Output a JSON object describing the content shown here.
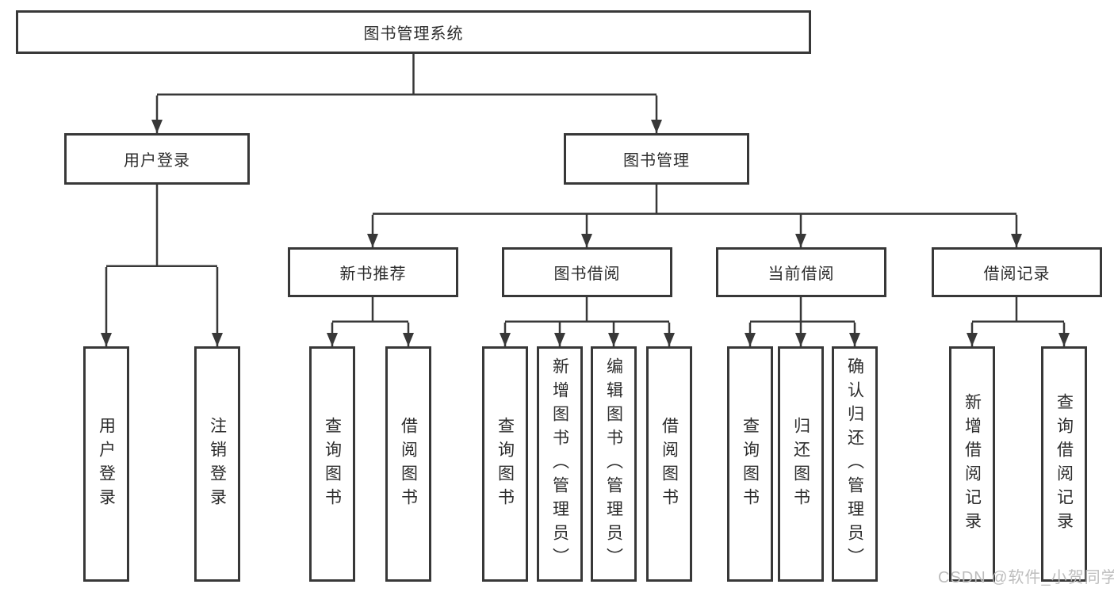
{
  "diagram": {
    "type": "hierarchy-tree",
    "nodes": {
      "root": "图书管理系统",
      "level2": [
        "用户登录",
        "图书管理"
      ],
      "level3": [
        "新书推荐",
        "图书借阅",
        "当前借阅",
        "借阅记录"
      ],
      "leaves": [
        "用户登录",
        "注销登录",
        "查询图书",
        "借阅图书",
        "查询图书",
        "新增图书（管理员）",
        "编辑图书（管理员）",
        "借阅图书",
        "查询图书",
        "归还图书",
        "确认归还（管理员）",
        "新增借阅记录",
        "查询借阅记录"
      ]
    },
    "hierarchy": {
      "图书管理系统": [
        "用户登录",
        "图书管理"
      ],
      "用户登录": [
        "用户登录",
        "注销登录"
      ],
      "图书管理": [
        "新书推荐",
        "图书借阅",
        "当前借阅",
        "借阅记录"
      ],
      "新书推荐": [
        "查询图书",
        "借阅图书"
      ],
      "图书借阅": [
        "查询图书",
        "新增图书（管理员）",
        "编辑图书（管理员）",
        "借阅图书"
      ],
      "当前借阅": [
        "查询图书",
        "归还图书",
        "确认归还（管理员）"
      ],
      "借阅记录": [
        "新增借阅记录",
        "查询借阅记录"
      ]
    },
    "colors": {
      "line": "#383838",
      "border": "#383838",
      "text": "#2d2d2d",
      "background": "#ffffff"
    }
  },
  "watermark": {
    "text": "CSDN @软件_小贺同学",
    "color": "#b9b9b9"
  }
}
